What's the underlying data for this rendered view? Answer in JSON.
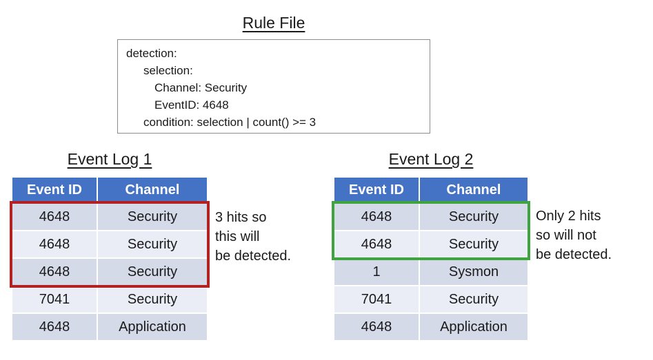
{
  "colors": {
    "header_blue": "#4472C4",
    "row_dark": "#D5DAE8",
    "row_light": "#EAEDF5",
    "red_highlight": "#B22222",
    "green_highlight": "#3FA43F",
    "box_border": "#8C8C8C",
    "text": "#1A1A1A"
  },
  "rule_file": {
    "title": "Rule File",
    "lines": [
      "detection:",
      "selection:",
      "Channel: Security",
      "EventID: 4648",
      "condition: selection | count() >= 3"
    ]
  },
  "event_log_1": {
    "title": "Event Log 1",
    "columns": [
      "Event ID",
      "Channel"
    ],
    "rows": [
      [
        "4648",
        "Security"
      ],
      [
        "4648",
        "Security"
      ],
      [
        "4648",
        "Security"
      ],
      [
        "7041",
        "Security"
      ],
      [
        "4648",
        "Application"
      ]
    ],
    "highlight_note": [
      "3 hits so",
      "this will",
      "be detected."
    ]
  },
  "event_log_2": {
    "title": "Event Log 2",
    "columns": [
      "Event ID",
      "Channel"
    ],
    "rows": [
      [
        "4648",
        "Security"
      ],
      [
        "4648",
        "Security"
      ],
      [
        "1",
        "Sysmon"
      ],
      [
        "7041",
        "Security"
      ],
      [
        "4648",
        "Application"
      ]
    ],
    "highlight_note": [
      "Only 2 hits",
      "so will not",
      "be detected."
    ]
  }
}
